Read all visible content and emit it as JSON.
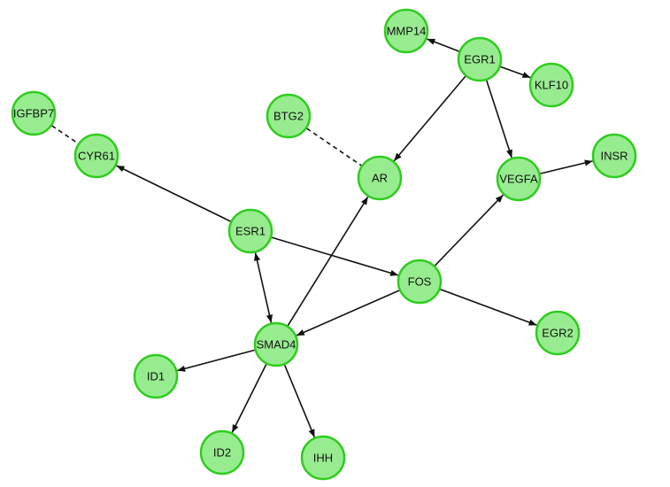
{
  "network": {
    "node_color": "#98ec90",
    "node_border_color": "#2ecc1e",
    "edge_color": "#111111",
    "nodes": [
      {
        "id": "MMP14",
        "label": "MMP14"
      },
      {
        "id": "EGR1",
        "label": "EGR1"
      },
      {
        "id": "KLF10",
        "label": "KLF10"
      },
      {
        "id": "IGFBP7",
        "label": "IGFBP7"
      },
      {
        "id": "BTG2",
        "label": "BTG2"
      },
      {
        "id": "CYR61",
        "label": "CYR61"
      },
      {
        "id": "AR",
        "label": "AR"
      },
      {
        "id": "VEGFA",
        "label": "VEGFA"
      },
      {
        "id": "INSR",
        "label": "INSR"
      },
      {
        "id": "ESR1",
        "label": "ESR1"
      },
      {
        "id": "FOS",
        "label": "FOS"
      },
      {
        "id": "SMAD4",
        "label": "SMAD4"
      },
      {
        "id": "EGR2",
        "label": "EGR2"
      },
      {
        "id": "ID1",
        "label": "ID1"
      },
      {
        "id": "ID2",
        "label": "ID2"
      },
      {
        "id": "IHH",
        "label": "IHH"
      }
    ],
    "edges": [
      {
        "source": "EGR1",
        "target": "MMP14",
        "style": "arrow"
      },
      {
        "source": "EGR1",
        "target": "KLF10",
        "style": "arrow"
      },
      {
        "source": "EGR1",
        "target": "AR",
        "style": "arrow"
      },
      {
        "source": "EGR1",
        "target": "VEGFA",
        "style": "arrow"
      },
      {
        "source": "IGFBP7",
        "target": "CYR61",
        "style": "dashed"
      },
      {
        "source": "BTG2",
        "target": "AR",
        "style": "dashed"
      },
      {
        "source": "ESR1",
        "target": "CYR61",
        "style": "arrow"
      },
      {
        "source": "ESR1",
        "target": "FOS",
        "style": "arrow"
      },
      {
        "source": "ESR1",
        "target": "SMAD4",
        "style": "bidirectional"
      },
      {
        "source": "VEGFA",
        "target": "INSR",
        "style": "arrow"
      },
      {
        "source": "FOS",
        "target": "VEGFA",
        "style": "arrow"
      },
      {
        "source": "FOS",
        "target": "SMAD4",
        "style": "arrow"
      },
      {
        "source": "FOS",
        "target": "EGR2",
        "style": "arrow"
      },
      {
        "source": "SMAD4",
        "target": "AR",
        "style": "arrow"
      },
      {
        "source": "SMAD4",
        "target": "ID1",
        "style": "arrow"
      },
      {
        "source": "SMAD4",
        "target": "ID2",
        "style": "arrow"
      },
      {
        "source": "SMAD4",
        "target": "IHH",
        "style": "arrow"
      }
    ]
  }
}
